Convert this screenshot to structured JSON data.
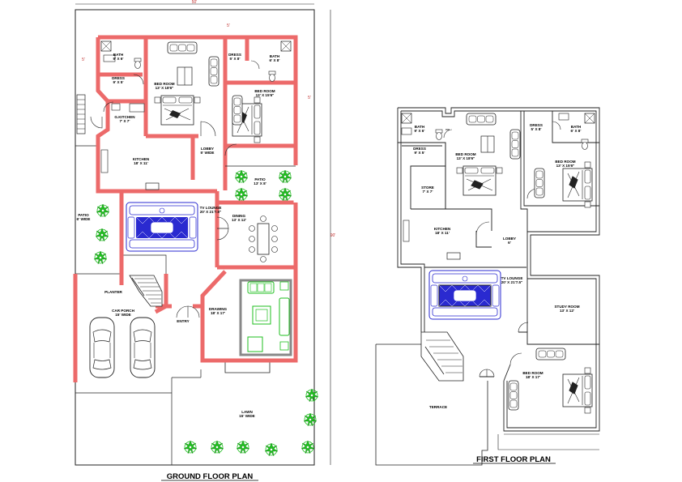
{
  "colors": {
    "wall": "#ec6a6a",
    "line": "#222222",
    "plant": "#1fbf1f",
    "sofa_blue": "#2a2ad0",
    "dimension": "#c0302e"
  },
  "ground_floor": {
    "title": "GROUND FLOOR PLAN",
    "dim_width": "50'",
    "dim_depth": "90'",
    "dim_setback_left": "5'",
    "dim_setback_right": "5'",
    "dim_top": "5'",
    "rooms": {
      "bath1": {
        "name": "BATH",
        "size": "9' X 6'"
      },
      "dress1": {
        "name": "DRESS",
        "size": "9' X 5'"
      },
      "bed1": {
        "name": "BED ROOM",
        "size": "13' X 18'6\""
      },
      "dress2": {
        "name": "DRESS",
        "size": "5' X 8'"
      },
      "bath2": {
        "name": "BATH",
        "size": "6' X 8'"
      },
      "bed2": {
        "name": "BED ROOM",
        "size": "13' X 15'6\""
      },
      "gkitchen": {
        "name": "G.KITCHEN",
        "size": "7' X 7'"
      },
      "kitchen": {
        "name": "KITCHEN",
        "size": "18' X 11'"
      },
      "lobby": {
        "name": "LOBBY",
        "size": "5' WIDE"
      },
      "patio": {
        "name": "PATIO",
        "size": "13' X 8'"
      },
      "patio_side": {
        "name": "PATIO",
        "size": "6' WIDE"
      },
      "tvlounge": {
        "name": "TV LOUNGE",
        "size": "20' X 21'7.5\""
      },
      "dining": {
        "name": "DINING",
        "size": "13' X 12'"
      },
      "planter": {
        "name": "PLANTER",
        "size": ""
      },
      "carporch": {
        "name": "CAR PORCH",
        "size": "15' WIDE"
      },
      "entry": {
        "name": "ENTRY",
        "size": ""
      },
      "drawing": {
        "name": "DRAWING",
        "size": "18' X 17'"
      },
      "lawn": {
        "name": "LAWN",
        "size": "15' WIDE"
      }
    }
  },
  "first_floor": {
    "title": "FIRST FLOOR PLAN",
    "rooms": {
      "bath1": {
        "name": "BATH",
        "size": "9' X 6'"
      },
      "dress1": {
        "name": "DRESS",
        "size": "9' X 5'"
      },
      "bed1": {
        "name": "BED ROOM",
        "size": "13' X 18'6\""
      },
      "dress2": {
        "name": "DRESS",
        "size": "5' X 8'"
      },
      "bath2": {
        "name": "BATH",
        "size": "6' X 8'"
      },
      "bed2": {
        "name": "BED ROOM",
        "size": "13' X 15'6\""
      },
      "store": {
        "name": "STORE",
        "size": "7' X 7'"
      },
      "kitchen": {
        "name": "KITCHEN",
        "size": "18' X 11'"
      },
      "lobby": {
        "name": "LOBBY",
        "size": "6'"
      },
      "tvlounge": {
        "name": "TV LOUNGE",
        "size": "20' X 21'7.5\""
      },
      "study": {
        "name": "STUDY ROOM",
        "size": "13' X 12'"
      },
      "bed3": {
        "name": "BED ROOM",
        "size": "18' X 17'"
      },
      "terrace": {
        "name": "TERRACE",
        "size": ""
      }
    }
  }
}
